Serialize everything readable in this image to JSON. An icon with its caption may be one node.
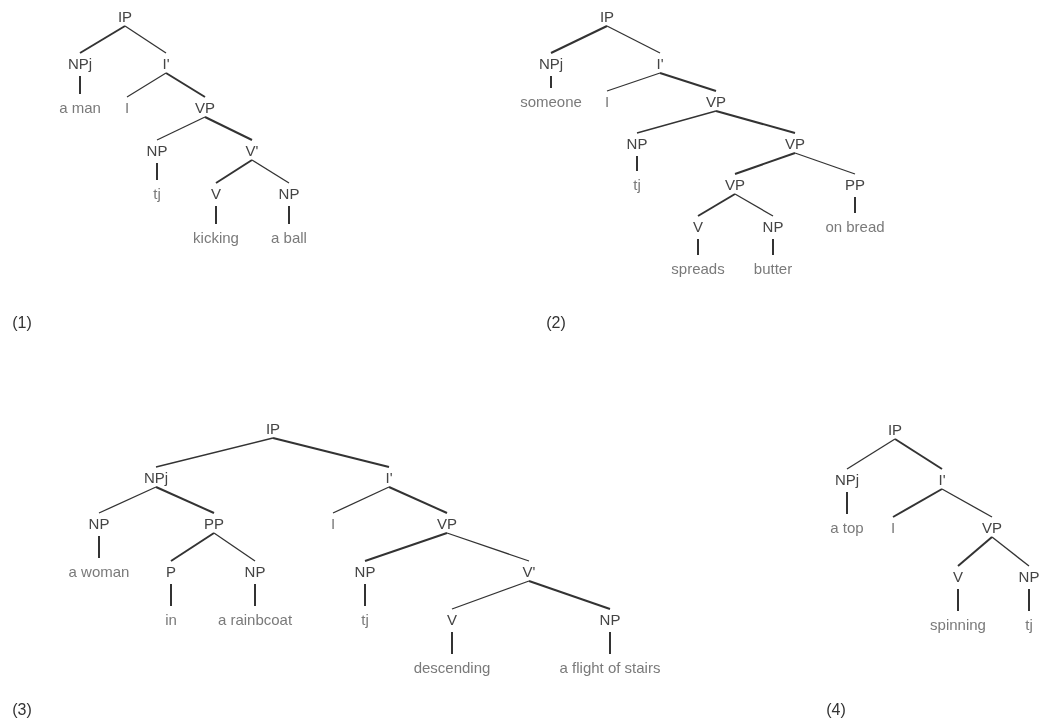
{
  "diagram": {
    "nodes": [
      {
        "text": [
          "IP"
        ]
      },
      {
        "text": [
          "NPj"
        ]
      },
      {
        "text": [
          "I'"
        ]
      },
      {
        "text": [
          "a man"
        ]
      },
      {
        "text": [
          "I"
        ]
      },
      {
        "text": [
          "VP"
        ]
      },
      {
        "text": [
          "NP"
        ]
      },
      {
        "text": [
          "V'"
        ]
      },
      {
        "text": [
          "tj"
        ]
      },
      {
        "text": [
          "V"
        ]
      },
      {
        "text": [
          "NP"
        ]
      },
      {
        "text": [
          "kicking"
        ]
      },
      {
        "text": [
          "a ball"
        ]
      },
      {
        "text": [
          "IP"
        ]
      },
      {
        "text": [
          "NPj"
        ]
      },
      {
        "text": [
          "I'"
        ]
      },
      {
        "text": [
          "someone"
        ]
      },
      {
        "text": [
          "I"
        ]
      },
      {
        "text": [
          "VP"
        ]
      },
      {
        "text": [
          "NP"
        ]
      },
      {
        "text": [
          "VP"
        ]
      },
      {
        "text": [
          "tj"
        ]
      },
      {
        "text": [
          "VP"
        ]
      },
      {
        "text": [
          "PP"
        ]
      },
      {
        "text": [
          "V"
        ]
      },
      {
        "text": [
          "NP"
        ]
      },
      {
        "text": [
          "on bread"
        ]
      },
      {
        "text": [
          "spreads"
        ]
      },
      {
        "text": [
          "butter"
        ]
      },
      {
        "text": [
          "IP"
        ]
      },
      {
        "text": [
          "NPj"
        ]
      },
      {
        "text": [
          "I'"
        ]
      },
      {
        "text": [
          "NP"
        ]
      },
      {
        "text": [
          "PP"
        ]
      },
      {
        "text": [
          "I"
        ]
      },
      {
        "text": [
          "VP"
        ]
      },
      {
        "text": [
          "a woman"
        ]
      },
      {
        "text": [
          "P"
        ]
      },
      {
        "text": [
          "NP"
        ]
      },
      {
        "text": [
          "NP"
        ]
      },
      {
        "text": [
          "V'"
        ]
      },
      {
        "text": [
          "in"
        ]
      },
      {
        "text": [
          "a rainbcoat"
        ]
      },
      {
        "text": [
          "tj"
        ]
      },
      {
        "text": [
          "V"
        ]
      },
      {
        "text": [
          "NP"
        ]
      },
      {
        "text": [
          "descending"
        ]
      },
      {
        "text": [
          "a flight of stairs"
        ]
      },
      {
        "text": [
          "IP"
        ]
      },
      {
        "text": [
          "NPj"
        ]
      },
      {
        "text": [
          "I'"
        ]
      },
      {
        "text": [
          "a top"
        ]
      },
      {
        "text": [
          "I"
        ]
      },
      {
        "text": [
          "VP"
        ]
      },
      {
        "text": [
          "V"
        ]
      },
      {
        "text": [
          "NP"
        ]
      },
      {
        "text": [
          "spinning"
        ]
      },
      {
        "text": [
          "tj"
        ]
      }
    ],
    "edges": [
      {
        "from": 0,
        "to": 1,
        "arrow": "none"
      },
      {
        "from": 0,
        "to": 2,
        "arrow": "none"
      },
      {
        "from": 1,
        "to": 3,
        "arrow": "none"
      },
      {
        "from": 2,
        "to": 4,
        "arrow": "none"
      },
      {
        "from": 2,
        "to": 5,
        "arrow": "none"
      },
      {
        "from": 5,
        "to": 6,
        "arrow": "none"
      },
      {
        "from": 5,
        "to": 7,
        "arrow": "none"
      },
      {
        "from": 6,
        "to": 8,
        "arrow": "none"
      },
      {
        "from": 7,
        "to": 9,
        "arrow": "none"
      },
      {
        "from": 7,
        "to": 10,
        "arrow": "none"
      },
      {
        "from": 9,
        "to": 11,
        "arrow": "none"
      },
      {
        "from": 10,
        "to": 12,
        "arrow": "none"
      },
      {
        "from": 13,
        "to": 14,
        "arrow": "none"
      },
      {
        "from": 13,
        "to": 15,
        "arrow": "none"
      },
      {
        "from": 14,
        "to": 16,
        "arrow": "none"
      },
      {
        "from": 15,
        "to": 17,
        "arrow": "none"
      },
      {
        "from": 15,
        "to": 18,
        "arrow": "none"
      },
      {
        "from": 18,
        "to": 19,
        "arrow": "none"
      },
      {
        "from": 18,
        "to": 20,
        "arrow": "none"
      },
      {
        "from": 19,
        "to": 21,
        "arrow": "none"
      },
      {
        "from": 20,
        "to": 22,
        "arrow": "none"
      },
      {
        "from": 20,
        "to": 23,
        "arrow": "none"
      },
      {
        "from": 22,
        "to": 24,
        "arrow": "none"
      },
      {
        "from": 22,
        "to": 25,
        "arrow": "none"
      },
      {
        "from": 23,
        "to": 26,
        "arrow": "none"
      },
      {
        "from": 24,
        "to": 27,
        "arrow": "none"
      },
      {
        "from": 25,
        "to": 28,
        "arrow": "none"
      },
      {
        "from": 29,
        "to": 30,
        "arrow": "none"
      },
      {
        "from": 29,
        "to": 31,
        "arrow": "none"
      },
      {
        "from": 30,
        "to": 32,
        "arrow": "none"
      },
      {
        "from": 30,
        "to": 33,
        "arrow": "none"
      },
      {
        "from": 31,
        "to": 34,
        "arrow": "none"
      },
      {
        "from": 31,
        "to": 35,
        "arrow": "none"
      },
      {
        "from": 32,
        "to": 36,
        "arrow": "none"
      },
      {
        "from": 33,
        "to": 37,
        "arrow": "none"
      },
      {
        "from": 33,
        "to": 38,
        "arrow": "none"
      },
      {
        "from": 35,
        "to": 39,
        "arrow": "none"
      },
      {
        "from": 35,
        "to": 40,
        "arrow": "none"
      },
      {
        "from": 37,
        "to": 41,
        "arrow": "none"
      },
      {
        "from": 38,
        "to": 42,
        "arrow": "none"
      },
      {
        "from": 39,
        "to": 43,
        "arrow": "none"
      },
      {
        "from": 40,
        "to": 44,
        "arrow": "none"
      },
      {
        "from": 40,
        "to": 45,
        "arrow": "none"
      },
      {
        "from": 44,
        "to": 46,
        "arrow": "none"
      },
      {
        "from": 45,
        "to": 47,
        "arrow": "none"
      },
      {
        "from": 48,
        "to": 49,
        "arrow": "none"
      },
      {
        "from": 48,
        "to": 50,
        "arrow": "none"
      },
      {
        "from": 49,
        "to": 51,
        "arrow": "none"
      },
      {
        "from": 50,
        "to": 52,
        "arrow": "none"
      },
      {
        "from": 50,
        "to": 53,
        "arrow": "none"
      },
      {
        "from": 53,
        "to": 54,
        "arrow": "none"
      },
      {
        "from": 53,
        "to": 55,
        "arrow": "none"
      },
      {
        "from": 54,
        "to": 56,
        "arrow": "none"
      },
      {
        "from": 55,
        "to": 57,
        "arrow": "none"
      }
    ],
    "labels": [
      "(1)",
      "(2)",
      "(3)",
      "(4)"
    ]
  }
}
